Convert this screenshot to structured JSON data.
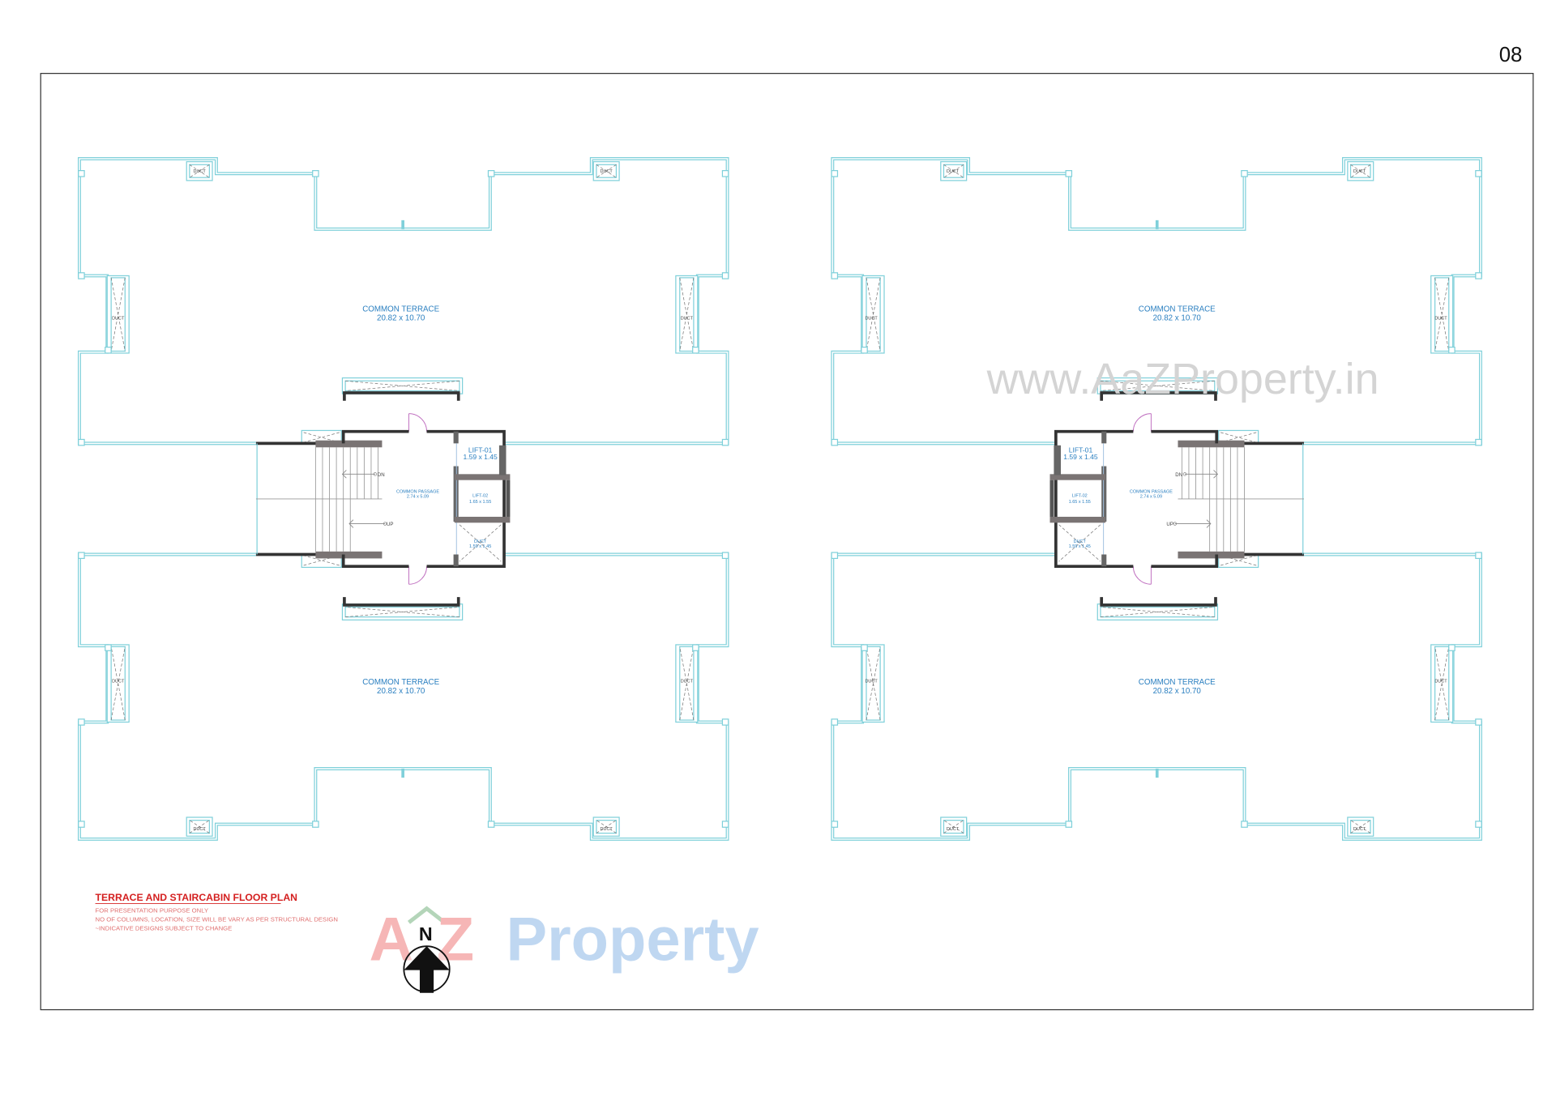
{
  "page_number": "08",
  "plans": [
    {
      "terrace_top": {
        "label": "COMMON TERRACE",
        "size": "20.82 x 10.70"
      },
      "terrace_bottom": {
        "label": "COMMON TERRACE",
        "size": "20.82 x 10.70"
      },
      "lift_01": {
        "label": "LIFT-01",
        "size": "1.59 x 1.45"
      },
      "lift_02": {
        "label": "LIFT-02",
        "size": "1.65 x 1.55"
      },
      "duct_core": {
        "label": "DUCT",
        "size": "1.59 x 1.45"
      },
      "passage": {
        "label": "COMMON PASSAGE",
        "size": "2.74 x 5.09"
      },
      "stair_dn": "DN",
      "stair_up": "UP",
      "duct_label": "DUCT"
    },
    {
      "terrace_top": {
        "label": "COMMON TERRACE",
        "size": "20.82 x 10.70"
      },
      "terrace_bottom": {
        "label": "COMMON TERRACE",
        "size": "20.82 x 10.70"
      },
      "lift_01": {
        "label": "LIFT-01",
        "size": "1.59 x 1.45"
      },
      "lift_02": {
        "label": "LIFT-02",
        "size": "1.65 x 1.55"
      },
      "duct_core": {
        "label": "DUCT",
        "size": "1.59 x 1.45"
      },
      "passage": {
        "label": "COMMON PASSAGE",
        "size": "2.74 x 5.09"
      },
      "stair_dn": "DN",
      "stair_up": "UP",
      "duct_label": "DUCT"
    }
  ],
  "title_block": {
    "title": "TERRACE AND STAIRCABIN FLOOR PLAN",
    "notes": [
      "FOR PRESENTATION PURPOSE ONLY",
      "NO OF COLUMNS, LOCATION, SIZE WILL BE VARY AS PER STRUCTURAL DESIGN",
      "~INDICATIVE DESIGNS SUBJECT TO CHANGE"
    ]
  },
  "north_arrow": {
    "label": "N"
  },
  "watermarks": {
    "url": "www.AaZProperty.in",
    "logo_a": "A",
    "logo_z": "Z",
    "logo_property": "Property"
  },
  "colors": {
    "outline": "#7fd0da",
    "wall": "#333333",
    "label": "#2a7fc0",
    "title": "#d42020"
  }
}
